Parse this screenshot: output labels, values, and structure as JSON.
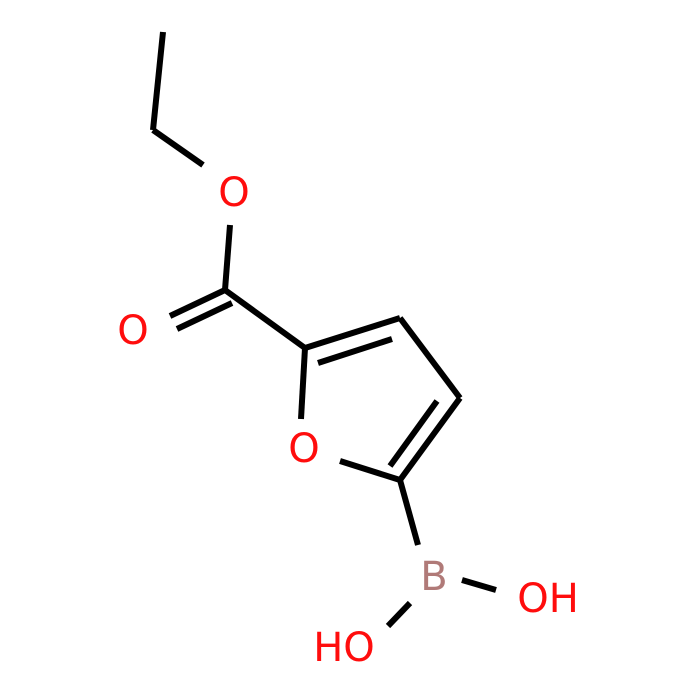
{
  "molecule": {
    "atoms": {
      "ether_o": {
        "label": "O",
        "color": "#ff0d0d"
      },
      "carbonyl_o": {
        "label": "O",
        "color": "#ff0d0d"
      },
      "ring_o": {
        "label": "O",
        "color": "#ff0d0d"
      },
      "boron": {
        "label": "B",
        "color": "#b07a78"
      },
      "oh_right": {
        "label": "OH",
        "color": "#ff0d0d"
      },
      "oh_left": {
        "label": "HO",
        "color": "#ff0d0d"
      }
    },
    "bond_color": "#000000"
  }
}
